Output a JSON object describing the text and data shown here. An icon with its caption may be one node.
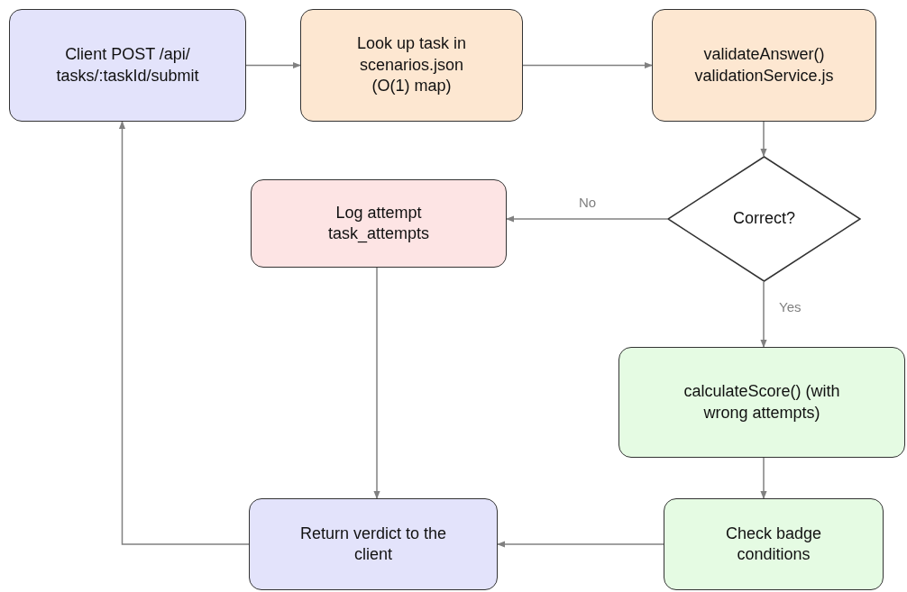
{
  "diagram": {
    "nodes": [
      {
        "text": [
          "Client POST /api/ tasks/:taskId/submit"
        ]
      },
      {
        "text": [
          "Look up task in scenarios.json (O(1) map)"
        ]
      },
      {
        "text": [
          "validateAnswer() validationService.js"
        ]
      },
      {
        "text": [
          "Log attempt task_attempts"
        ]
      },
      {
        "text": [
          "Correct?"
        ]
      },
      {
        "text": [
          "calculateScore() (with wrong attempts)"
        ]
      },
      {
        "text": [
          "Return verdict to the client"
        ]
      },
      {
        "text": [
          "Check badge conditions"
        ]
      }
    ],
    "edges": [
      {
        "from": 0,
        "to": 1,
        "arrow": "to"
      },
      {
        "from": 1,
        "to": 2,
        "arrow": "to"
      },
      {
        "from": 2,
        "to": 4,
        "arrow": "to"
      },
      {
        "from": 4,
        "to": 3,
        "arrow": "to",
        "label": "No"
      },
      {
        "from": 4,
        "to": 5,
        "arrow": "to",
        "label": "Yes"
      },
      {
        "from": 3,
        "to": 6,
        "arrow": "to"
      },
      {
        "from": 5,
        "to": 7,
        "arrow": "to"
      },
      {
        "from": 7,
        "to": 6,
        "arrow": "to"
      },
      {
        "from": 6,
        "to": 0,
        "arrow": "to"
      }
    ]
  }
}
